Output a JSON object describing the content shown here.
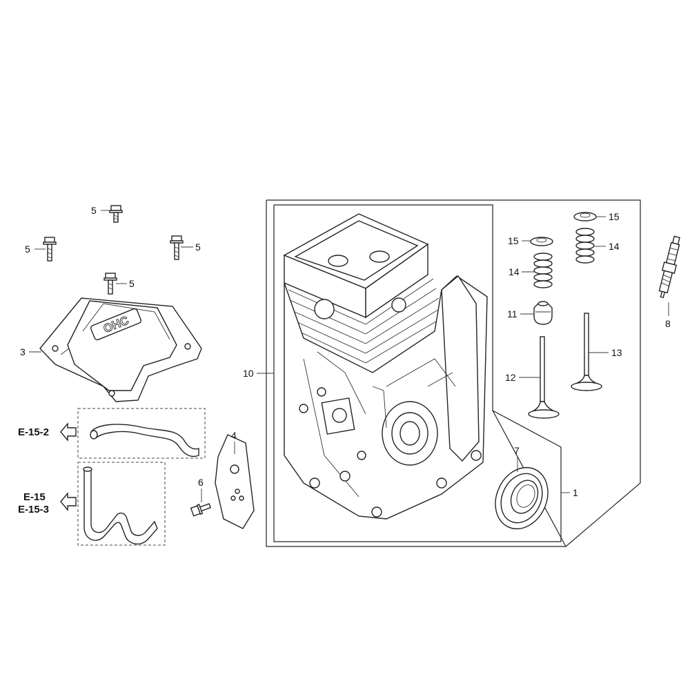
{
  "callouts": {
    "c1": "1",
    "c3": "3",
    "c4": "4",
    "c5a": "5",
    "c5b": "5",
    "c5c": "5",
    "c5d": "5",
    "c6": "6",
    "c7": "7",
    "c8": "8",
    "c10": "10",
    "c11": "11",
    "c12": "12",
    "c13": "13",
    "c14a": "14",
    "c14b": "14",
    "c15a": "15",
    "c15b": "15"
  },
  "references": {
    "ref_a": "E-15-2",
    "ref_b1": "E-15",
    "ref_b2": "E-15-3"
  },
  "cover_logo": "OHC",
  "icons": [
    "arrow-left-outline-icon"
  ]
}
